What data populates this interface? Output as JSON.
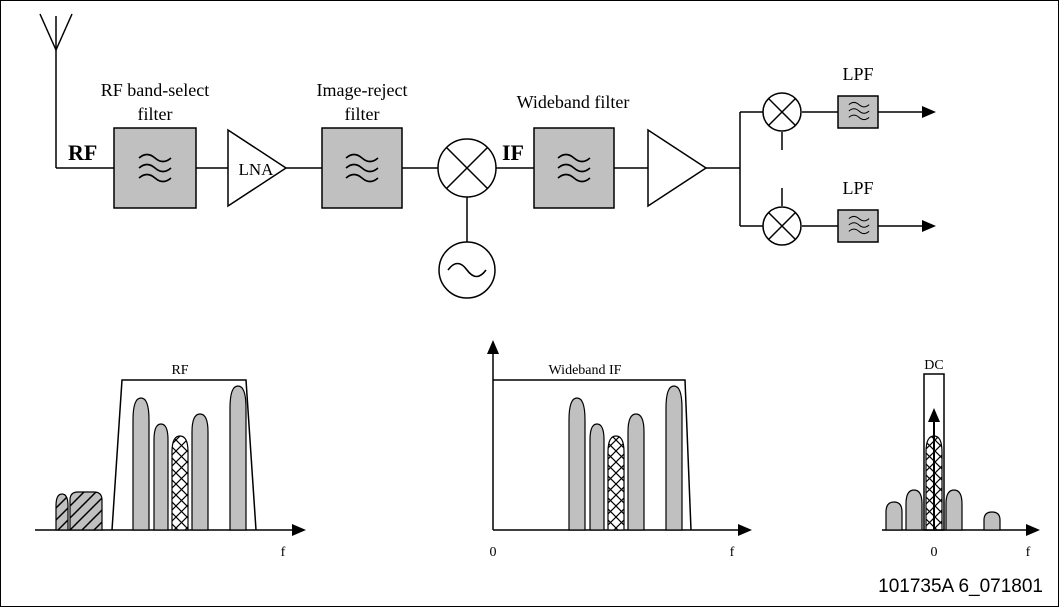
{
  "labels": {
    "rf_filter_line1": "RF band-select",
    "rf_filter_line2": "filter",
    "rf": "RF",
    "lna": "LNA",
    "image_filter_line1": "Image-reject",
    "image_filter_line2": "filter",
    "if": "IF",
    "wideband_filter": "Wideband filter",
    "lpf_top": "LPF",
    "lpf_bottom": "LPF"
  },
  "spectra": {
    "rf_label": "RF",
    "wideband_if_label": "Wideband IF",
    "dc_label": "DC",
    "f1": "f",
    "f2": "f",
    "f3": "f",
    "zero2": "0",
    "zero3": "0"
  },
  "figure_id": "101735A 6_071801",
  "colors": {
    "block_fill": "#c0c0c0",
    "lobe_fill": "#c0c0c0",
    "line": "#000000"
  },
  "icons": [
    "antenna-icon",
    "filter-wave-icon",
    "amplifier-triangle-icon",
    "mixer-icon",
    "oscillator-sine-icon",
    "arrow-icon"
  ]
}
